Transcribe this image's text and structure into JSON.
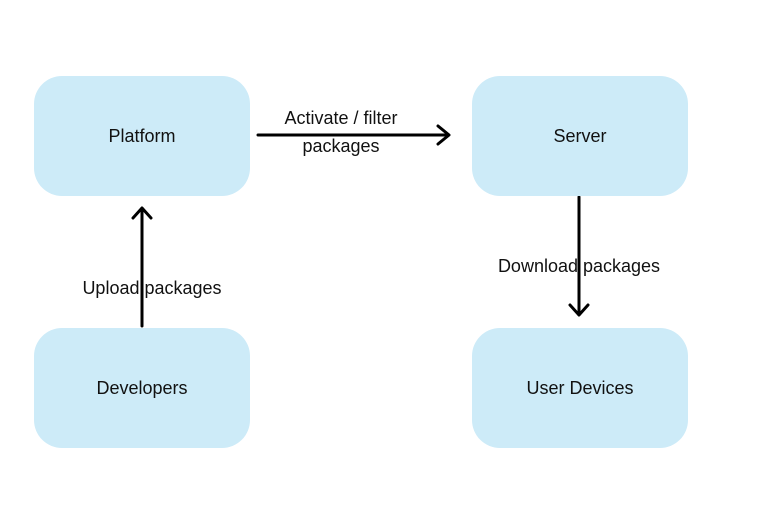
{
  "colors": {
    "node_fill": "#cdebf8",
    "edge": "#000000",
    "text": "#111111"
  },
  "nodes": {
    "platform": {
      "label": "Platform"
    },
    "server": {
      "label": "Server"
    },
    "developers": {
      "label": "Developers"
    },
    "user_devices": {
      "label": "User Devices"
    }
  },
  "edges": {
    "activate": {
      "from": "platform",
      "to": "server",
      "label_line1": "Activate / filter",
      "label_line2": "packages"
    },
    "upload": {
      "from": "developers",
      "to": "platform",
      "label": "Upload packages"
    },
    "download": {
      "from": "server",
      "to": "user_devices",
      "label": "Download packages"
    }
  }
}
